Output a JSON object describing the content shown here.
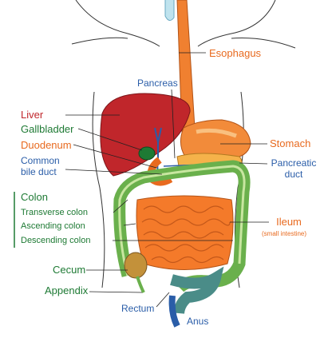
{
  "labels": {
    "esophagus": "Esophagus",
    "pancreas": "Pancreas",
    "liver": "Liver",
    "gallbladder": "Gallbladder",
    "duodenum": "Duodenum",
    "common_bile_duct_1": "Common",
    "common_bile_duct_2": "bile duct",
    "stomach": "Stomach",
    "pancreatic_duct_1": "Pancreatic",
    "pancreatic_duct_2": "duct",
    "colon": "Colon",
    "transverse_colon": "Transverse colon",
    "ascending_colon": "Ascending colon",
    "descending_colon": "Descending colon",
    "ileum": "Ileum",
    "ileum_note": "(small intestine)",
    "cecum": "Cecum",
    "appendix": "Appendix",
    "rectum": "Rectum",
    "anus": "Anus"
  },
  "colors": {
    "liver": "#c0262b",
    "gallbladder": "#1e7a34",
    "duodenum": "#e86a1f",
    "bile_duct": "#2a5da8",
    "colon": "#1e7a34",
    "intestine": "#f47a2a",
    "outline": "#333333"
  }
}
